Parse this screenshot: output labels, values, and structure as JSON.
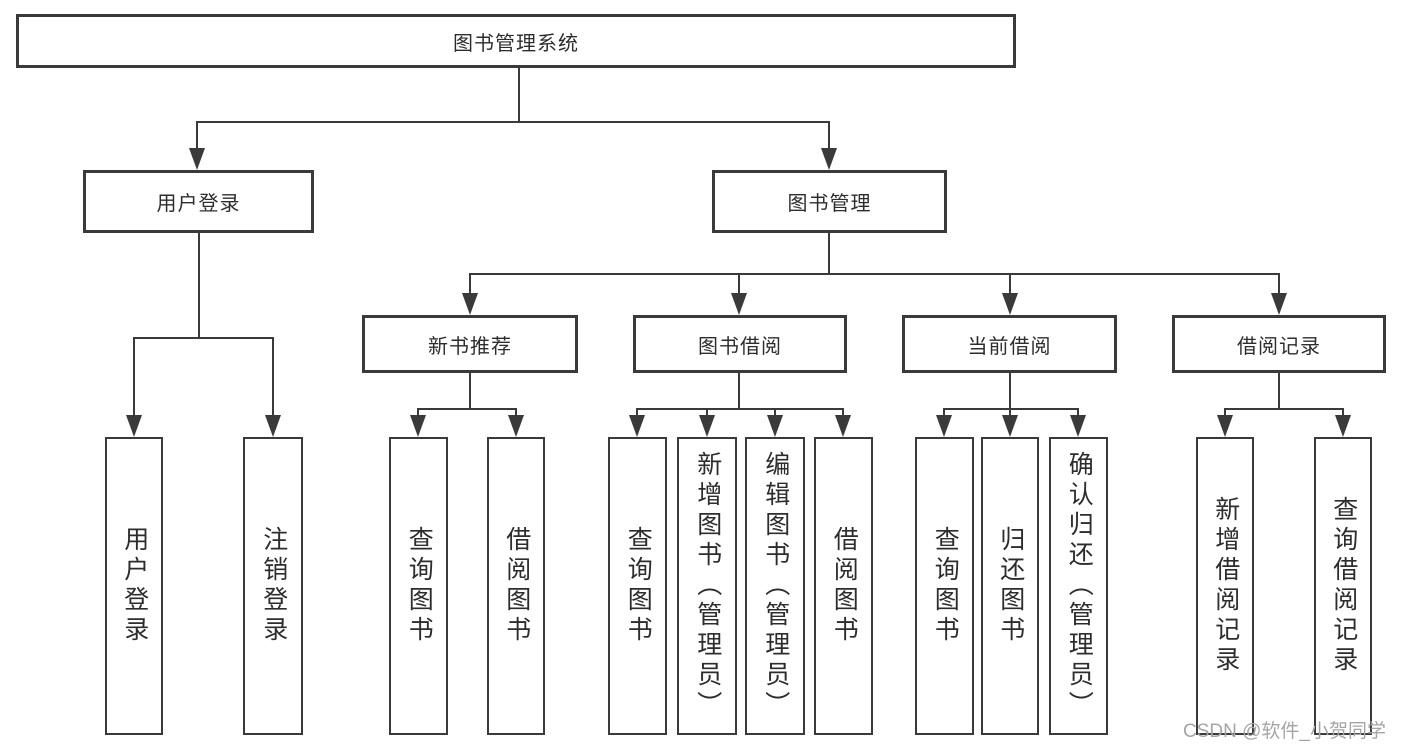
{
  "diagram_title": "图书管理系统",
  "nodes": {
    "root": "图书管理系统",
    "user_login": {
      "label": "用户登录",
      "children": [
        "用户登录",
        "注销登录"
      ]
    },
    "book_mgmt": {
      "label": "图书管理",
      "groups": [
        {
          "label": "新书推荐",
          "children": [
            "查询图书",
            "借阅图书"
          ]
        },
        {
          "label": "图书借阅",
          "children": [
            "查询图书",
            "新增图书（管理员）",
            "编辑图书（管理员）",
            "借阅图书"
          ]
        },
        {
          "label": "当前借阅",
          "children": [
            "查询图书",
            "归还图书",
            "确认归还（管理员）"
          ]
        },
        {
          "label": "借阅记录",
          "children": [
            "新增借阅记录",
            "查询借阅记录"
          ]
        }
      ]
    }
  },
  "watermark": "CSDN @软件_小贺同学",
  "colors": {
    "line": "#3a3a3a",
    "text": "#2d2d2d",
    "watermark": "#a5a5a5",
    "background": "#ffffff"
  }
}
